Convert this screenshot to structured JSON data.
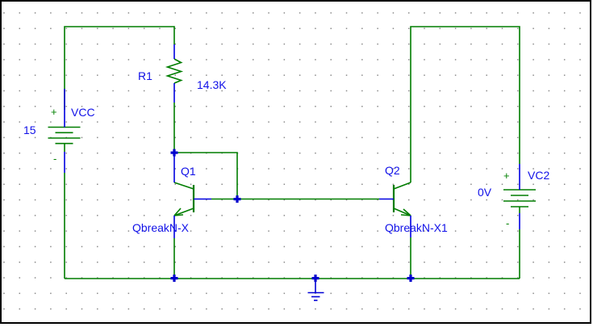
{
  "canvas": {
    "description": "schematic page"
  },
  "colors": {
    "wire_green": "#007d00",
    "pin_blue": "#0000e0",
    "label_blue": "#1111e8",
    "junction_blue": "#0000cd",
    "ground_blue": "#0000d6",
    "polarity_green": "#008000",
    "grid_dot_gray": "#8a8a8a",
    "page_border": "#000000",
    "background": "#ffffff"
  },
  "components": {
    "vcc": {
      "ref": "VCC",
      "value": "15",
      "plus": "+",
      "minus": "-"
    },
    "r1": {
      "ref": "R1",
      "value": "14.3K"
    },
    "q1": {
      "ref": "Q1",
      "model": "QbreakN-X"
    },
    "q2": {
      "ref": "Q2",
      "model": "QbreakN-X1"
    },
    "vc2": {
      "ref": "VC2",
      "value": "0V",
      "plus": "+",
      "minus": "-"
    }
  }
}
